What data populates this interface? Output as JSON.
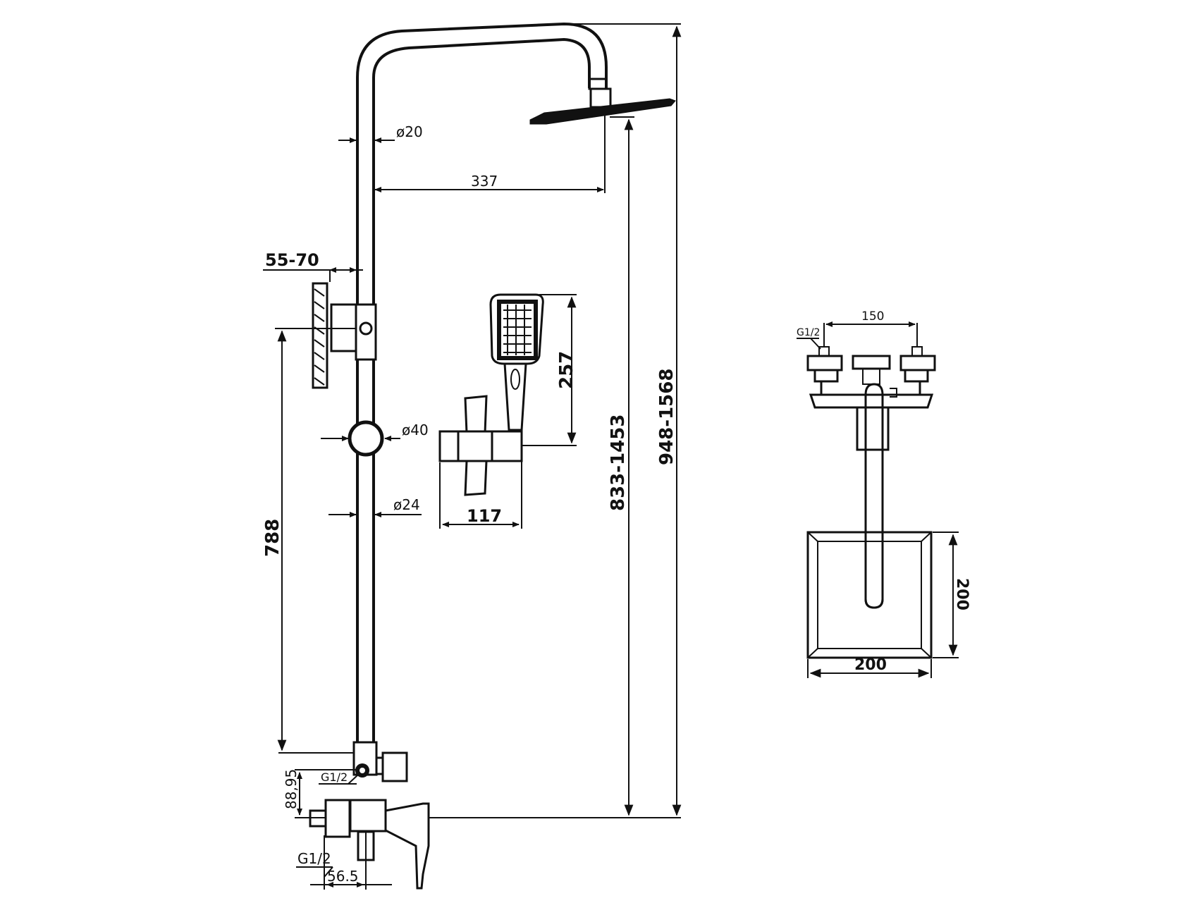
{
  "labels": {
    "pipe_diameter": "ø20",
    "head_offset": "337",
    "holder_range": "55-70",
    "bar_diameter_slider": "ø40",
    "bar_diameter_lower": "ø24",
    "slide_rail_height": "788",
    "handshower_height": "257",
    "holder_width": "117",
    "inner_height": "833-1453",
    "total_height": "948-1568",
    "diverter_thread": "G1/2",
    "diverter_offset": "88,95",
    "inlet_thread": "G1/2",
    "inlet_offset": "56.5",
    "mixer_spacing": "150",
    "mixer_thread": "G1/2",
    "head_width": "200",
    "head_depth": "200"
  }
}
